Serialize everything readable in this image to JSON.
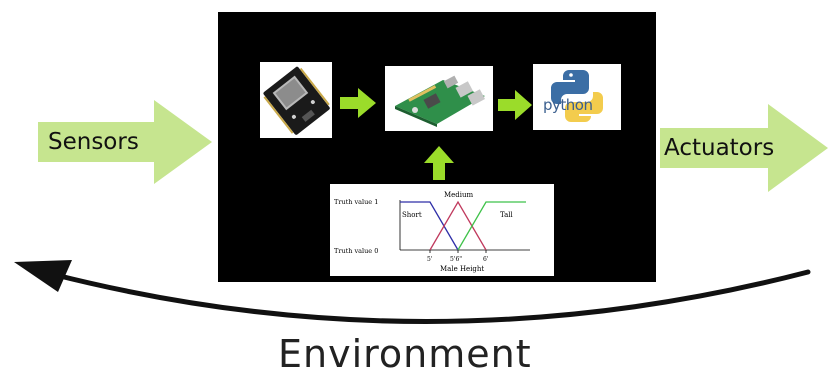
{
  "diagram": {
    "sensors_label": "Sensors",
    "actuators_label": "Actuators",
    "environment_label": "Environment",
    "python_logo_text": "python",
    "colors": {
      "arrow_green": "#c6e58f",
      "bright_green": "#9bdc2a",
      "background_black": "#000000",
      "line_short": "#2e2ea8",
      "line_medium": "#c0395d",
      "line_tall": "#3fc24a"
    },
    "icons": [
      "microcontroller-board",
      "raspberry-pi-board",
      "python-logo",
      "fuzzy-membership-chart"
    ]
  },
  "fuzzy_chart": {
    "y_top_label": "Truth value 1",
    "y_bottom_label": "Truth value 0",
    "set_short": "Short",
    "set_medium": "Medium",
    "set_tall": "Tall",
    "tick_1": "5'",
    "tick_2": "5'6\"",
    "tick_3": "6'",
    "x_label": "Male Height"
  }
}
